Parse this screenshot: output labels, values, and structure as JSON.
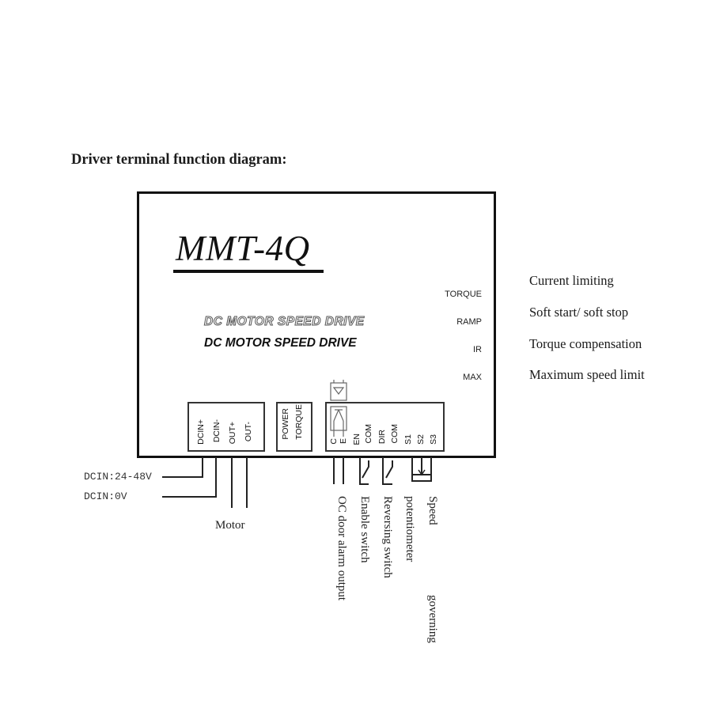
{
  "heading": "Driver terminal function diagram:",
  "device": {
    "model": "MMT-4Q",
    "subtitle_outline": "DC MOTOR SPEED DRIVE",
    "subtitle_solid": "DC MOTOR SPEED DRIVE"
  },
  "potentiometers": [
    {
      "label": "TORQUE",
      "function": "Current limiting"
    },
    {
      "label": "RAMP",
      "function": "Soft start/ soft stop"
    },
    {
      "label": "IR",
      "function": "Torque compensation"
    },
    {
      "label": "MAX",
      "function": "Maximum speed limit"
    }
  ],
  "terminal_blocks": {
    "power": [
      "DCIN+",
      "DCIN-",
      "OUT+",
      "OUT-"
    ],
    "indicators": [
      "POWER",
      "TORQUE"
    ],
    "control": [
      "C",
      "E",
      "EN",
      "COM",
      "DIR",
      "COM",
      "S1",
      "S2",
      "S3"
    ]
  },
  "wiring_labels": {
    "dcin_positive": "DCIN:24-48V",
    "dcin_negative": "DCIN:0V",
    "motor": "Motor",
    "oc_output": "OC door alarm output",
    "enable": "Enable switch",
    "reversing": "Reversing switch",
    "potentiometer": "potentiometer",
    "speed": "Speed",
    "governing": "governing"
  }
}
